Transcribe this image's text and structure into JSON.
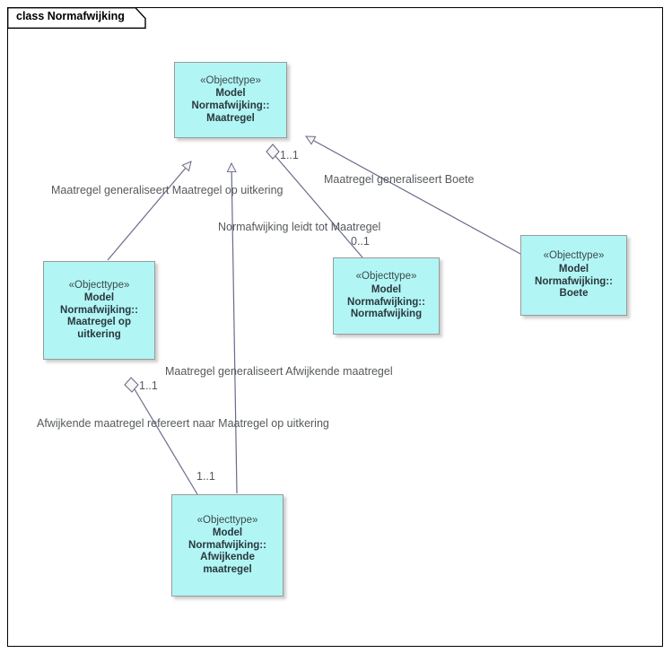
{
  "diagram": {
    "title": "class Normafwijking",
    "type": "uml-class-diagram",
    "background": "#ffffff",
    "frame_border_color": "#000000",
    "class_fill": "#b2f5f5",
    "class_border": "#9a9a9a",
    "connector_color": "#6b6b8a",
    "label_color": "#55595c"
  },
  "classes": [
    {
      "id": "maatregel",
      "stereotype": "«Objecttype»",
      "lines": [
        "Model",
        "Normafwijking::",
        "Maatregel"
      ]
    },
    {
      "id": "maatregel-op-uitkering",
      "stereotype": "«Objecttype»",
      "lines": [
        "Model",
        "Normafwijking::",
        "Maatregel op",
        "uitkering"
      ]
    },
    {
      "id": "normafwijking",
      "stereotype": "«Objecttype»",
      "lines": [
        "Model",
        "Normafwijking::",
        "Normafwijking"
      ]
    },
    {
      "id": "boete",
      "stereotype": "«Objecttype»",
      "lines": [
        "Model",
        "Normafwijking::",
        "Boete"
      ]
    },
    {
      "id": "afwijkende-maatregel",
      "stereotype": "«Objecttype»",
      "lines": [
        "Model",
        "Normafwijking::",
        "Afwijkende",
        "maatregel"
      ]
    }
  ],
  "connectors": [
    {
      "id": "gen-maatregel-op-uitkering",
      "kind": "generalization",
      "label": "Maatregel generaliseert Maatregel op uitkering",
      "source": "maatregel-op-uitkering",
      "target": "maatregel"
    },
    {
      "id": "gen-boete",
      "kind": "generalization",
      "label": "Maatregel generaliseert Boete",
      "source": "boete",
      "target": "maatregel"
    },
    {
      "id": "gen-afwijkende-maatregel",
      "kind": "generalization",
      "label": "Maatregel generaliseert Afwijkende maatregel",
      "source": "afwijkende-maatregel",
      "target": "maatregel"
    },
    {
      "id": "assoc-normafwijking-maatregel",
      "kind": "aggregation",
      "label": "Normafwijking leidt tot Maatregel",
      "source": "maatregel",
      "target": "normafwijking",
      "source_multiplicity": "1..1",
      "target_multiplicity": "0..1"
    },
    {
      "id": "assoc-afwijkende-refereert",
      "kind": "aggregation",
      "label": "Afwijkende maatregel refereert naar Maatregel op uitkering",
      "source": "maatregel-op-uitkering",
      "target": "afwijkende-maatregel",
      "source_multiplicity": "1..1",
      "target_multiplicity": "1..1"
    }
  ],
  "multiplicities": {
    "maatregel_bottom_right": "1..1",
    "normafwijking_top": "0..1",
    "maatregel_op_uitkering_bottom": "1..1",
    "afwijkende_maatregel_top": "1..1"
  }
}
